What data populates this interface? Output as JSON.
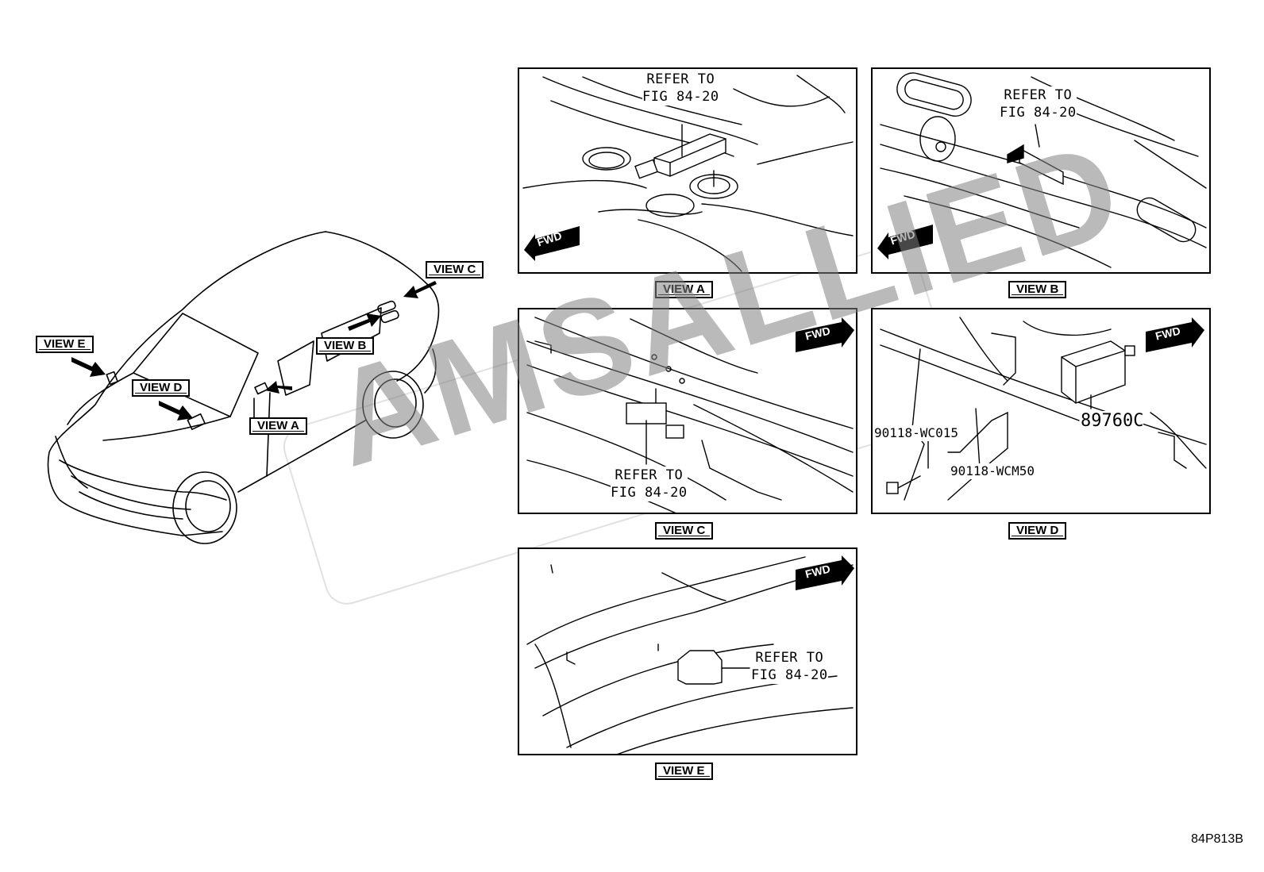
{
  "overview": {
    "tags": {
      "view_a": "VIEW A",
      "view_b": "VIEW B",
      "view_c": "VIEW C",
      "view_d": "VIEW D",
      "view_e": "VIEW E"
    }
  },
  "panels": {
    "view_a": {
      "caption": "VIEW A",
      "callout": "REFER TO\nFIG 84-20",
      "fwd": "FWD"
    },
    "view_b": {
      "caption": "VIEW B",
      "callout": "REFER TO\nFIG 84-20",
      "fwd": "FWD"
    },
    "view_c": {
      "caption": "VIEW C",
      "callout": "REFER TO\nFIG 84-20",
      "fwd": "FWD"
    },
    "view_d": {
      "caption": "VIEW D",
      "fwd": "FWD",
      "parts": {
        "module": "89760C",
        "bolt_1": "90118-WC015",
        "bolt_2": "90118-WCM50"
      }
    },
    "view_e": {
      "caption": "VIEW E",
      "callout": "REFER TO\nFIG 84-20",
      "fwd": "FWD"
    }
  },
  "watermark": "AMSALLIED",
  "figure_code": "84P813B"
}
